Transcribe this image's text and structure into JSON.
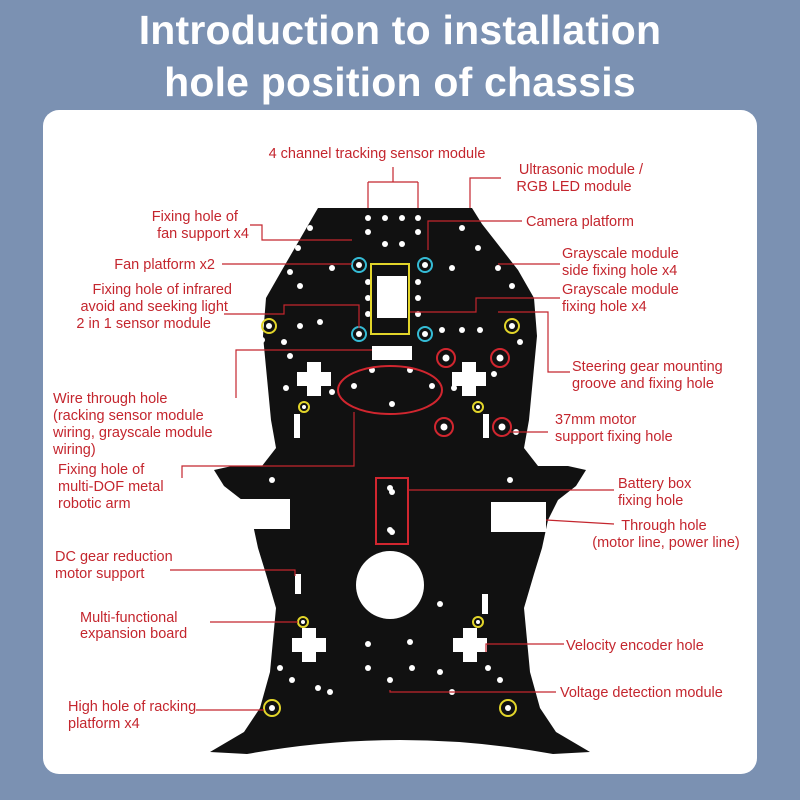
{
  "title": {
    "line1": "Introduction to installation",
    "line2": "hole position of chassis"
  },
  "colors": {
    "background": "#7b91b2",
    "panel": "#ffffff",
    "chassis": "#111111",
    "label_text": "#c4262e",
    "ring_red": "#d1262f",
    "ring_yellow": "#e2d52a",
    "ring_cyan": "#35bcd6"
  },
  "labels": {
    "tracking_sensor": [
      "4 channel tracking sensor module"
    ],
    "ultrasonic": [
      "Ultrasonic module /",
      "RGB LED module"
    ],
    "fan_support": [
      "Fixing hole of",
      "fan support x4"
    ],
    "camera_platform": [
      "Camera platform"
    ],
    "fan_platform": [
      "Fan platform x2"
    ],
    "grayscale_side": [
      "Grayscale module",
      "side fixing hole x4"
    ],
    "infrared": [
      "Fixing hole of infrared",
      "avoid and seeking light",
      "2 in 1 sensor module"
    ],
    "grayscale_fixing": [
      "Grayscale module",
      "fixing hole x4"
    ],
    "steering_gear": [
      "Steering gear mounting",
      "groove and fixing hole"
    ],
    "wire_through": [
      "Wire through hole",
      "(racking sensor module",
      "wiring, grayscale module",
      "wiring)"
    ],
    "motor_37mm": [
      "37mm motor",
      "support fixing hole"
    ],
    "robotic_arm": [
      "Fixing hole of",
      "multi-DOF metal",
      "robotic arm"
    ],
    "battery_box": [
      "Battery box",
      "fixing hole"
    ],
    "through_hole": [
      "Through hole",
      "(motor line, power line)"
    ],
    "dc_gear": [
      "DC gear reduction",
      "motor support"
    ],
    "expansion_board": [
      "Multi-functional",
      "expansion board"
    ],
    "velocity_encoder": [
      "Velocity encoder hole"
    ],
    "racking_platform": [
      "High hole of racking",
      "platform x4"
    ],
    "voltage_detection": [
      "Voltage detection module"
    ]
  }
}
